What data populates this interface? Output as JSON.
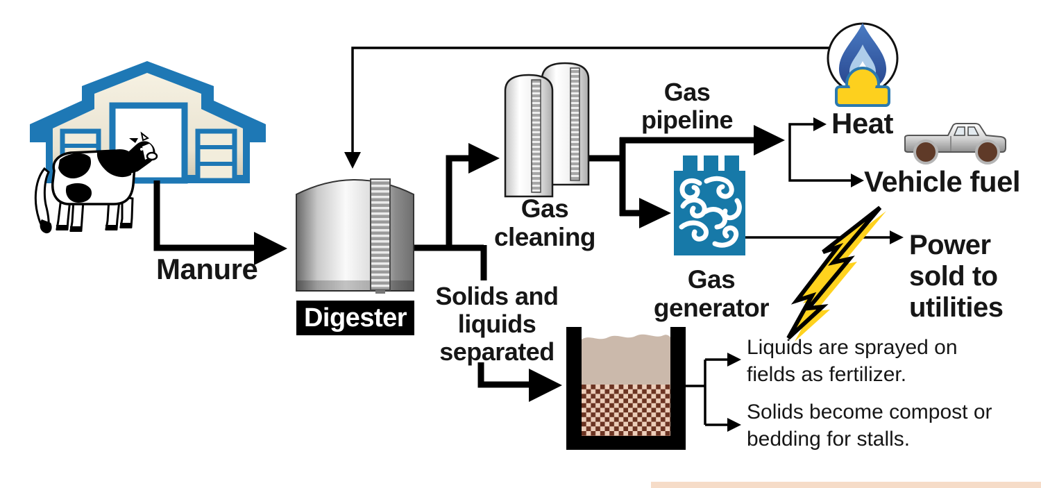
{
  "labels": {
    "manure": "Manure",
    "digester": "Digester",
    "gas_cleaning": "Gas\ncleaning",
    "gas_pipeline": "Gas\npipeline",
    "heat": "Heat",
    "vehicle_fuel": "Vehicle fuel",
    "gas_generator": "Gas\ngenerator",
    "power_sold": "Power\nsold to\nutilities",
    "solids_liquids": "Solids and\nliquids\nseparated",
    "liquids_note": "Liquids are sprayed on\nfields as fertilizer.",
    "solids_note": "Solids become compost or\nbedding for stalls."
  },
  "colors": {
    "barn_blue": "#1e78b5",
    "generator_blue": "#1779a8",
    "flame_dark": "#3b63b0",
    "flame_light": "#aecdea",
    "burner_yellow": "#fdd01e",
    "bolt_yellow": "#ffd21e",
    "liquid_tan": "#cbb9ab",
    "solid_dark": "#6b3322",
    "solid_light": "#eccdb9",
    "wall_cream": "#f2edde",
    "decor_peach": "#f6dcc8",
    "label_black": "#161616"
  },
  "icons": [
    "barn-icon",
    "cow-icon",
    "digester-tank-icon",
    "gas-cleaning-tanks-icon",
    "flame-icon",
    "pickup-truck-icon",
    "gas-generator-icon",
    "lightning-icon",
    "separator-tank-icon"
  ]
}
